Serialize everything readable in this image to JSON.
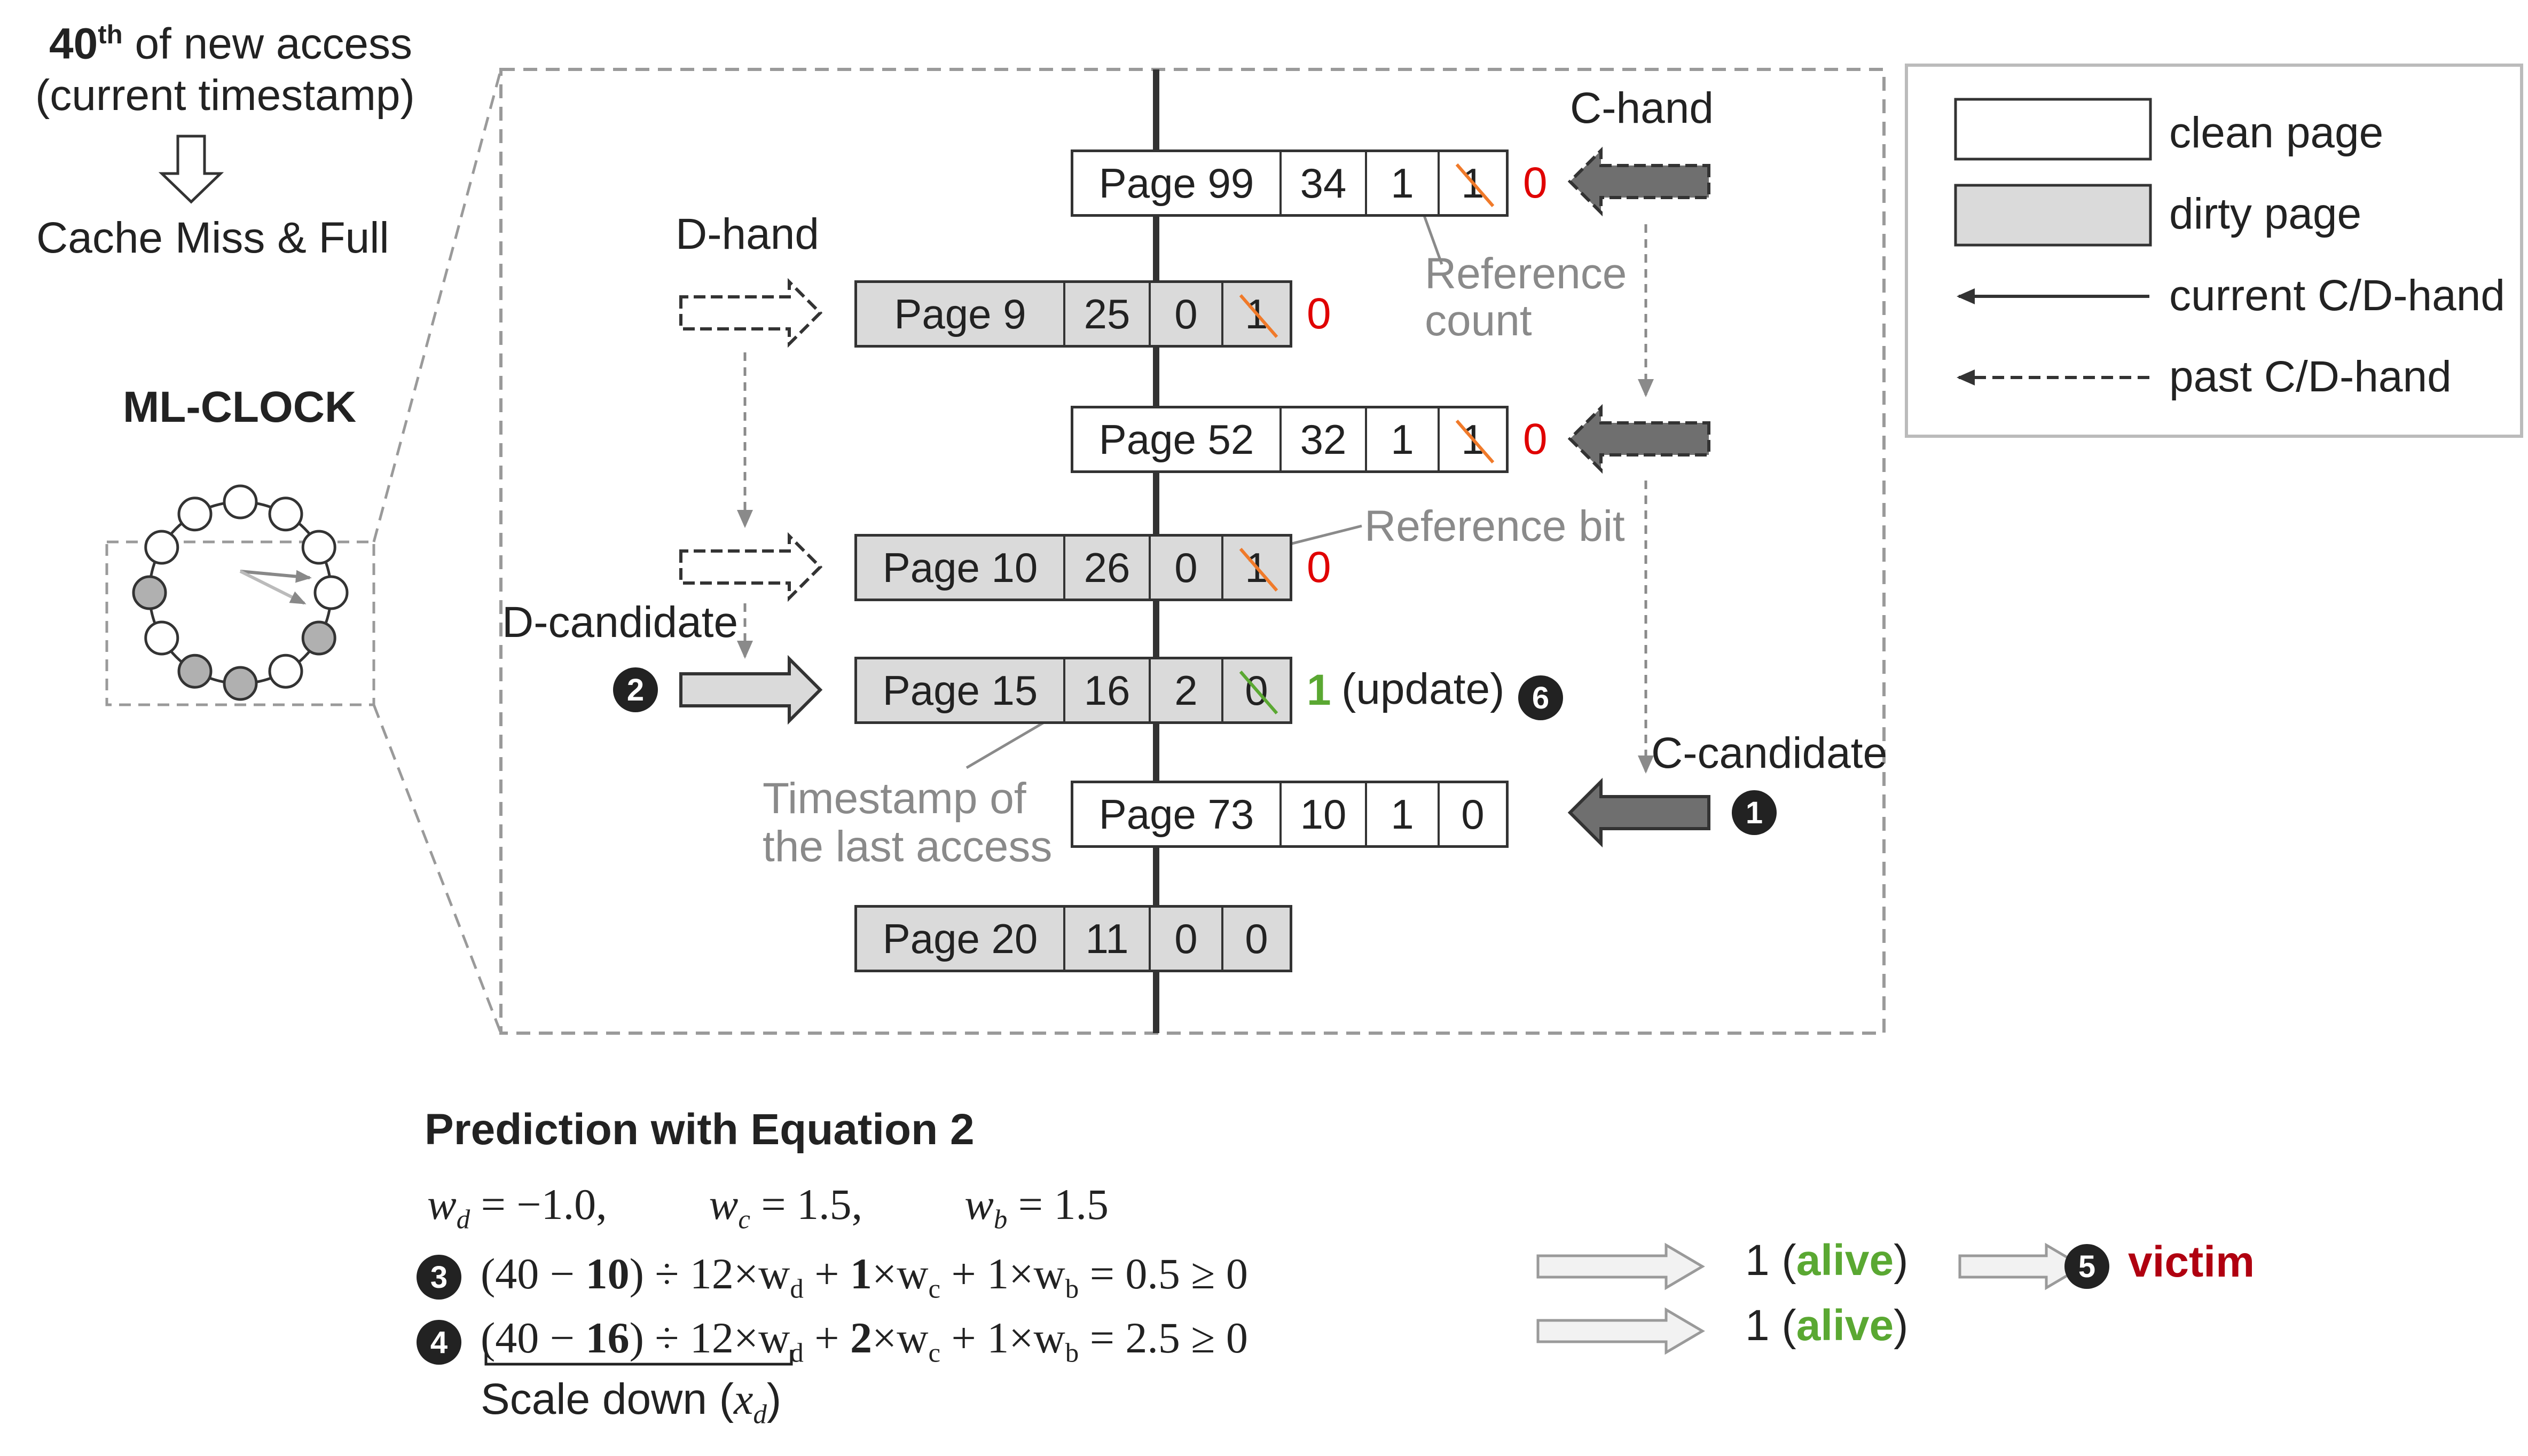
{
  "header": {
    "access_ordinal": "40",
    "access_suffix": "th",
    "access_rest": " of new access",
    "timestamp_note": "(current timestamp)",
    "event": "Cache Miss & Full"
  },
  "clock": {
    "title": "ML-CLOCK"
  },
  "hands": {
    "c_hand": "C-hand",
    "d_hand": "D-hand",
    "d_candidate": "D-candidate",
    "c_candidate": "C-candidate"
  },
  "pages": [
    {
      "name": "Page 99",
      "timestamp": "34",
      "ref_count": "1",
      "ref_bit": "1",
      "ref_bit_crossed": true,
      "new_bit": "0",
      "new_bit_color": "#e00000",
      "type": "clean"
    },
    {
      "name": "Page 9",
      "timestamp": "25",
      "ref_count": "0",
      "ref_bit": "1",
      "ref_bit_crossed": true,
      "new_bit": "0",
      "new_bit_color": "#e00000",
      "type": "dirty"
    },
    {
      "name": "Page 52",
      "timestamp": "32",
      "ref_count": "1",
      "ref_bit": "1",
      "ref_bit_crossed": true,
      "new_bit": "0",
      "new_bit_color": "#e00000",
      "type": "clean"
    },
    {
      "name": "Page 10",
      "timestamp": "26",
      "ref_count": "0",
      "ref_bit": "1",
      "ref_bit_crossed": true,
      "new_bit": "0",
      "new_bit_color": "#e00000",
      "type": "dirty"
    },
    {
      "name": "Page 15",
      "timestamp": "16",
      "ref_count": "2",
      "ref_bit": "0",
      "ref_bit_crossed": true,
      "new_bit": "1",
      "new_bit_color": "#5aa832",
      "type": "dirty"
    },
    {
      "name": "Page 73",
      "timestamp": "10",
      "ref_count": "1",
      "ref_bit": "0",
      "ref_bit_crossed": false,
      "new_bit": "",
      "type": "clean"
    },
    {
      "name": "Page 20",
      "timestamp": "11",
      "ref_count": "0",
      "ref_bit": "0",
      "ref_bit_crossed": false,
      "new_bit": "",
      "type": "dirty"
    }
  ],
  "annotations": {
    "update": "(update)",
    "reference_count_1": "Reference",
    "reference_count_2": "count",
    "reference_bit": "Reference bit",
    "timestamp_1": "Timestamp of",
    "timestamp_2": "the last access"
  },
  "badges": {
    "b1": "1",
    "b2": "2",
    "b3": "3",
    "b4": "4",
    "b5": "5",
    "b6": "6"
  },
  "legend": {
    "clean": "clean page",
    "dirty": "dirty page",
    "current": "current C/D-hand",
    "past": "past C/D-hand"
  },
  "prediction": {
    "title": "Prediction with Equation 2",
    "weights": {
      "wd": "= −1.0,",
      "wc": "= 1.5,",
      "wb": "= 1.5"
    },
    "eq3": {
      "a": "(40 − ",
      "b": "10",
      "c": ") ÷ 12×w",
      "d": " + ",
      "e": "1",
      "f": "×w",
      "g": " + 1×w",
      "h": " = 0.5 ≥ 0"
    },
    "eq4": {
      "a": "(40 − ",
      "b": "16",
      "c": ") ÷ 12×w",
      "d": " + ",
      "e": "2",
      "f": "×w",
      "g": " + 1×w",
      "h": " = 2.5 ≥ 0"
    },
    "result3_prefix": "1 (",
    "result3_word": "alive",
    "result3_suffix": ")",
    "result4_prefix": "1 (",
    "result4_word": "alive",
    "result4_suffix": ")",
    "victim": "victim",
    "scale_prefix": "Scale down (",
    "scale_suffix": ")"
  },
  "colors": {
    "dirty_fill": "#dadada",
    "evicted_bit": "#e00000",
    "updated_bit": "#5aa832",
    "alive": "#5aa832",
    "victim": "#b00010",
    "slash": "#f07a2a",
    "slash_green": "#5aa832"
  }
}
